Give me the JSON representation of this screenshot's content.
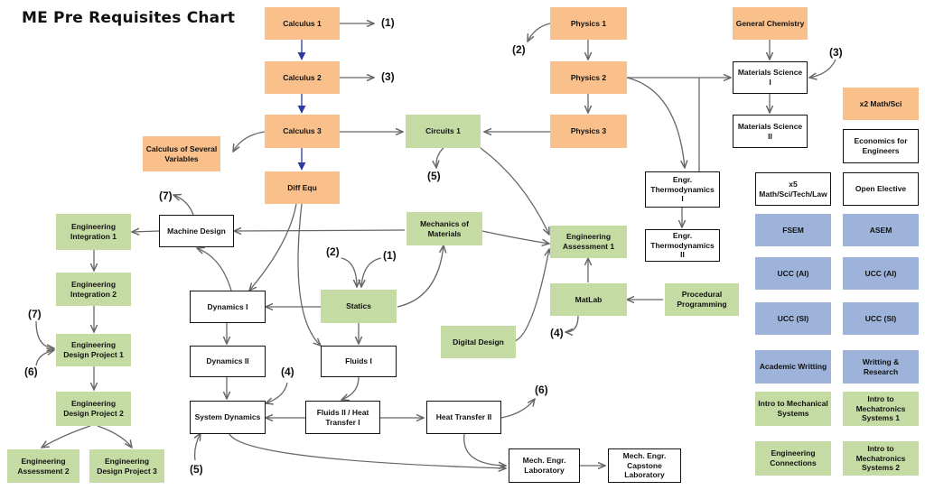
{
  "title": "ME Pre Requisites Chart",
  "colors": {
    "orange": "#f9c08c",
    "green": "#c5dba4",
    "blue": "#9eb3d9",
    "white": "#ffffff",
    "arrow": "#666666",
    "arrow_blue": "#2e3a9e"
  },
  "courses": {
    "calculus1": "Calculus 1",
    "calculus2": "Calculus 2",
    "calculus3": "Calculus 3",
    "diff_equ": "Diff Equ",
    "calc_several": "Calculus of Several Variables",
    "physics1": "Physics 1",
    "physics2": "Physics 2",
    "physics3": "Physics 3",
    "general_chemistry": "General Chemistry",
    "materials_science1": "Materials Science I",
    "materials_science2": "Materials Science II",
    "circuits1": "Circuits 1",
    "engr_thermo1": "Engr. Thermodynamics I",
    "engr_thermo2": "Engr. Thermodynamics II",
    "machine_design": "Machine Design",
    "mechanics_materials": "Mechanics of Materials",
    "engineering_assessment1": "Engineering Assessment 1",
    "matlab": "MatLab",
    "procedural_programming": "Procedural Programming",
    "digital_design": "Digital Design",
    "statics": "Statics",
    "dynamics1": "Dynamics I",
    "dynamics2": "Dynamics II",
    "fluids1": "Fluids I",
    "system_dynamics": "System Dynamics",
    "fluids2_heat1": "Fluids II / Heat Transfer I",
    "heat_transfer2": "Heat Transfer II",
    "mech_lab": "Mech. Engr. Laboratory",
    "capstone_lab": "Mech. Engr. Capstone Laboratory",
    "eng_integration1": "Engineering Integration 1",
    "eng_integration2": "Engineering Integration 2",
    "eng_design_project1": "Engineering Design Project 1",
    "eng_design_project2": "Engineering Design Project 2",
    "eng_assessment2": "Engineering Assessment 2",
    "eng_design_project3": "Engineering Design Project 3"
  },
  "sidebar": {
    "x2_math_sci": "x2 Math/Sci",
    "economics": "Economics for Engineers",
    "x5_math": "x5 Math/Sci/Tech/Law",
    "open_elective": "Open Elective",
    "fsem": "FSEM",
    "asem": "ASEM",
    "ucc_ai_1": "UCC (AI)",
    "ucc_ai_2": "UCC (AI)",
    "ucc_si_1": "UCC (SI)",
    "ucc_si_2": "UCC (SI)",
    "academic_writting": "Academic Writting",
    "writing_research": "Writting & Research",
    "intro_mech": "Intro to Mechanical Systems",
    "intro_mechatronics1": "Intro to Mechatronics Systems 1",
    "eng_connections": "Engineering Connections",
    "intro_mechatronics2": "Intro to Mechatronics Systems 2"
  },
  "labels": {
    "calc1_note": "(1)",
    "calc2_note": "(3)",
    "phys1_note": "(2)",
    "matsci_note": "(3)",
    "circuits_note": "(5)",
    "machine_note": "(7)",
    "statics_note_a": "(2)",
    "statics_note_b": "(1)",
    "matlab_note": "(4)",
    "project1_note_a": "(7)",
    "project1_note_b": "(6)",
    "sysdyn_note_a": "(4)",
    "sysdyn_note_b": "(5)",
    "heat2_note": "(6)"
  }
}
